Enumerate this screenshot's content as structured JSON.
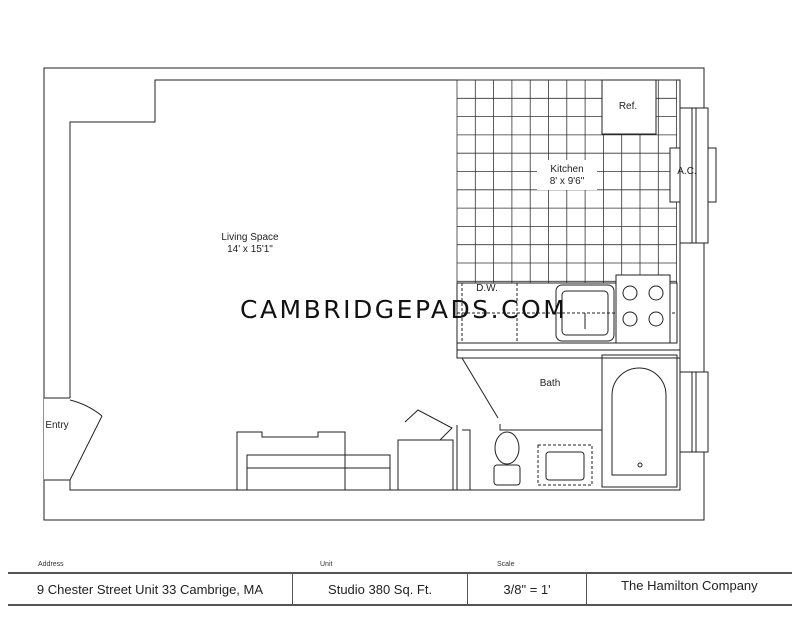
{
  "rooms": {
    "living": {
      "name": "Living Space",
      "size": "14' x 15'1\""
    },
    "kitchen": {
      "name": "Kitchen",
      "size": "8' x 9'6\""
    },
    "bath": {
      "name": "Bath"
    },
    "ref": "Ref.",
    "ac": "A.C.",
    "dw": "D.W.",
    "entry": "Entry"
  },
  "watermark": "CAMBRIDGEPADS.COM",
  "title_block": {
    "address_label": "Address",
    "address": "9 Chester Street Unit 33   Cambrige, MA",
    "unit_label": "Unit",
    "unit": "Studio 380 Sq. Ft.",
    "scale_label": "Scale",
    "scale": "3/8\" = 1'",
    "company": "The Hamilton Company"
  }
}
